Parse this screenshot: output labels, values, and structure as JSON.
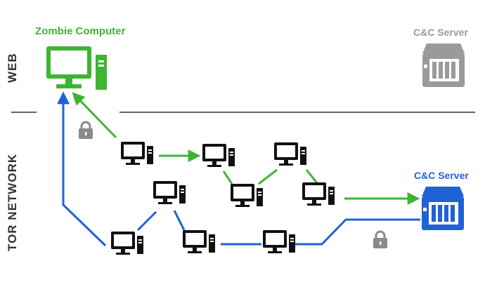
{
  "labels": {
    "zombie_computer": "Zombie Computer",
    "cc_server_web": "C&C Server",
    "cc_server_tor": "C&C Server",
    "web_zone": "WEB",
    "tor_zone": "TOR NETWORK"
  },
  "colors": {
    "zombie_green": "#3db533",
    "tor_blue": "#1e62d6",
    "inactive_gray": "#9a9a9a",
    "computer_black": "#111111",
    "divider": "#333333"
  },
  "icons": {
    "zombie": "desktop-computer-icon",
    "relay": "desktop-computer-icon",
    "server": "server-rack-icon",
    "lock": "padlock-icon"
  }
}
